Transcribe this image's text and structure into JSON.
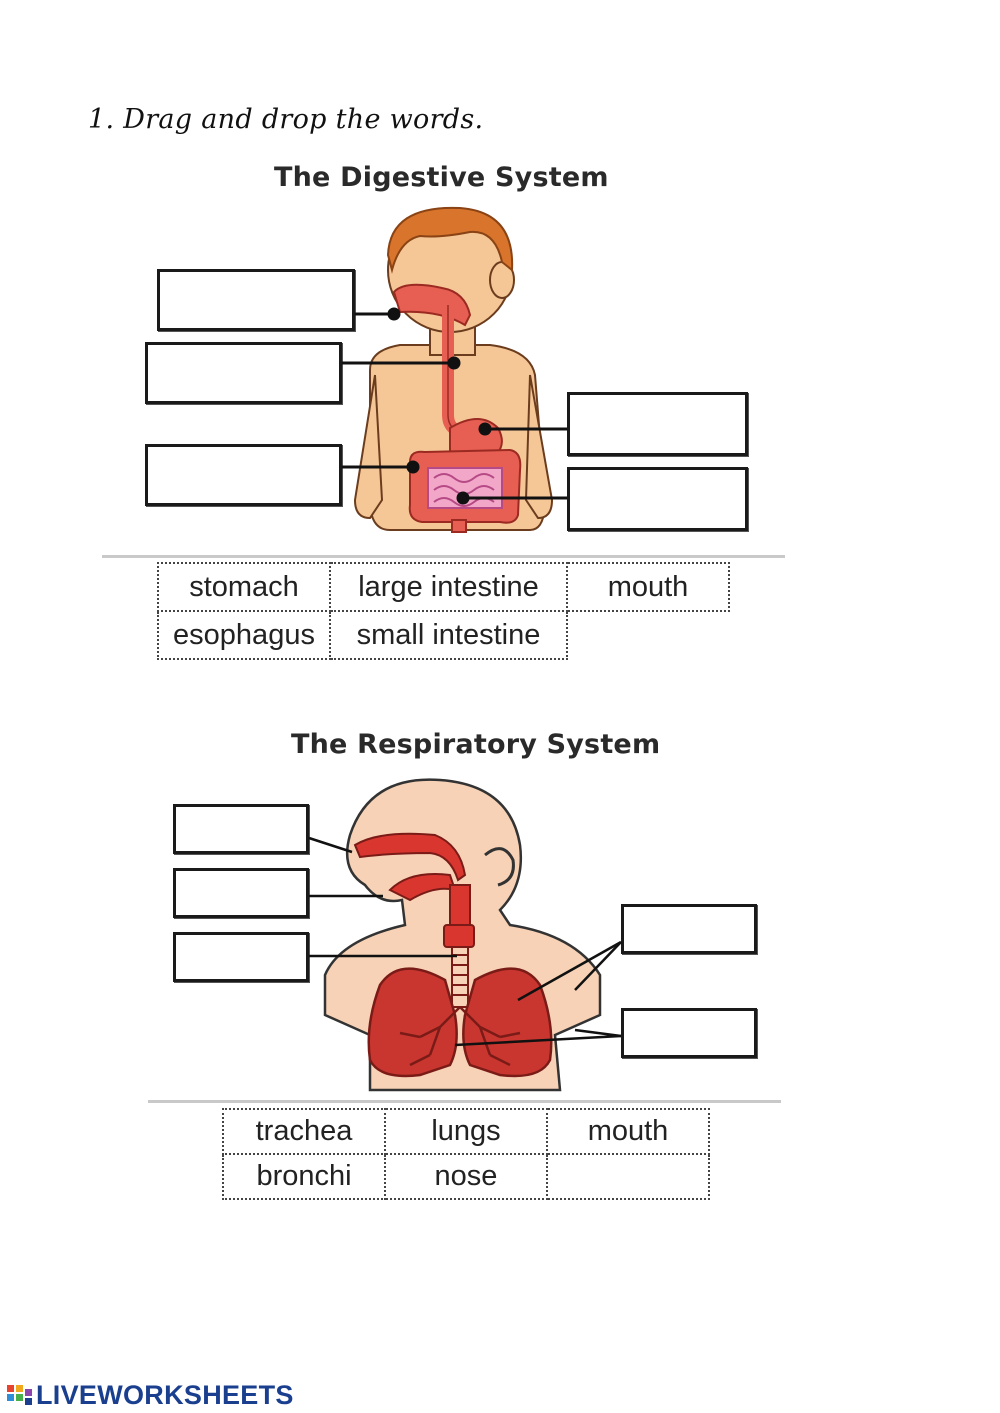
{
  "instruction": "1. Drag and drop the words.",
  "digestive": {
    "title": "The Digestive System",
    "word_bank": [
      [
        "stomach",
        "large intestine",
        "mouth"
      ],
      [
        "esophagus",
        "small intestine",
        ""
      ]
    ]
  },
  "respiratory": {
    "title": "The Respiratory System",
    "word_bank": [
      [
        "trachea",
        "lungs",
        "mouth"
      ],
      [
        "bronchi",
        "nose",
        ""
      ]
    ]
  },
  "footer": {
    "brand": "LIVEWORKSHEETS"
  },
  "icons": {
    "digestive_figure": "child-digestive-system-illustration",
    "respiratory_figure": "respiratory-system-illustration",
    "brand_logo": "liveworksheets-logo-icon"
  }
}
